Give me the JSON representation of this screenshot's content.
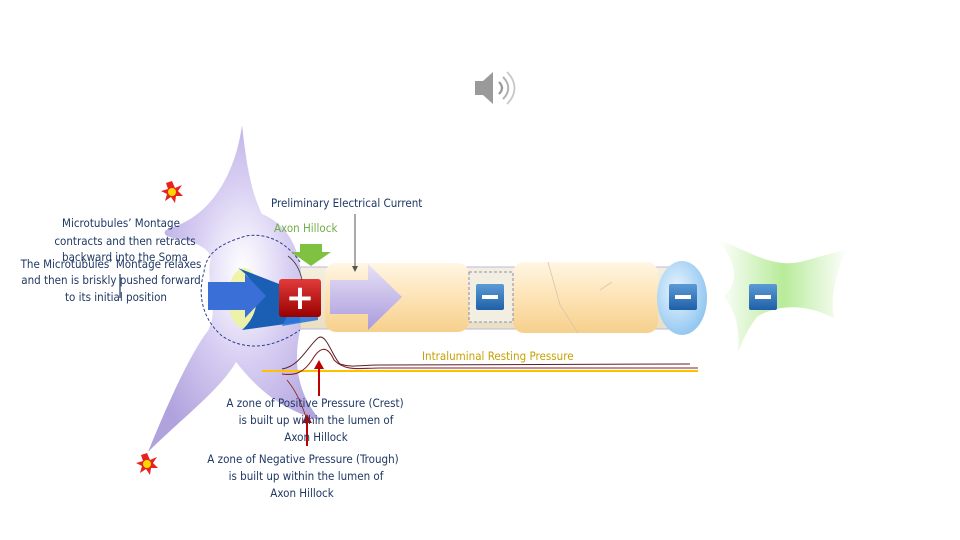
{
  "labels": {
    "preliminary_current": "Preliminary Electrical Current",
    "axon_hillock": "Axon Hillock",
    "microtubules_contract": [
      "Microtubules’ Montage",
      "contracts and then retracts",
      "backward into the Soma"
    ],
    "microtubules_relax": [
      "The Microtubules’ Montage relaxes",
      "and then is briskly pushed forward",
      "to its initial position"
    ],
    "intraluminal_pressure": "Intraluminal Resting Pressure",
    "positive_zone": [
      "A zone of Positive Pressure (Crest)",
      "is built up within the lumen of",
      "Axon Hillock"
    ],
    "negative_zone": [
      "A zone of Negative Pressure (Trough)",
      "is built up within the lumen of",
      "Axon Hillock"
    ]
  },
  "symbols": {
    "plus": "+",
    "minus": "−"
  },
  "icons": {
    "speaker": "speaker-icon",
    "starburst": "starburst-icon"
  },
  "colors": {
    "soma": "#b4a7e0",
    "axon_segment": "#fde7bf",
    "terminal": "#b8eb9a",
    "plus_box": "#c00000",
    "minus_box": "#2e75b6",
    "arrow_blue": "#3a6fd8",
    "arrow_red": "#c00000",
    "arrow_green": "#7fc241",
    "resting_line": "#ffc000",
    "label_dark": "#1f3864",
    "label_green": "#70ad47",
    "label_gold": "#c9a000"
  }
}
